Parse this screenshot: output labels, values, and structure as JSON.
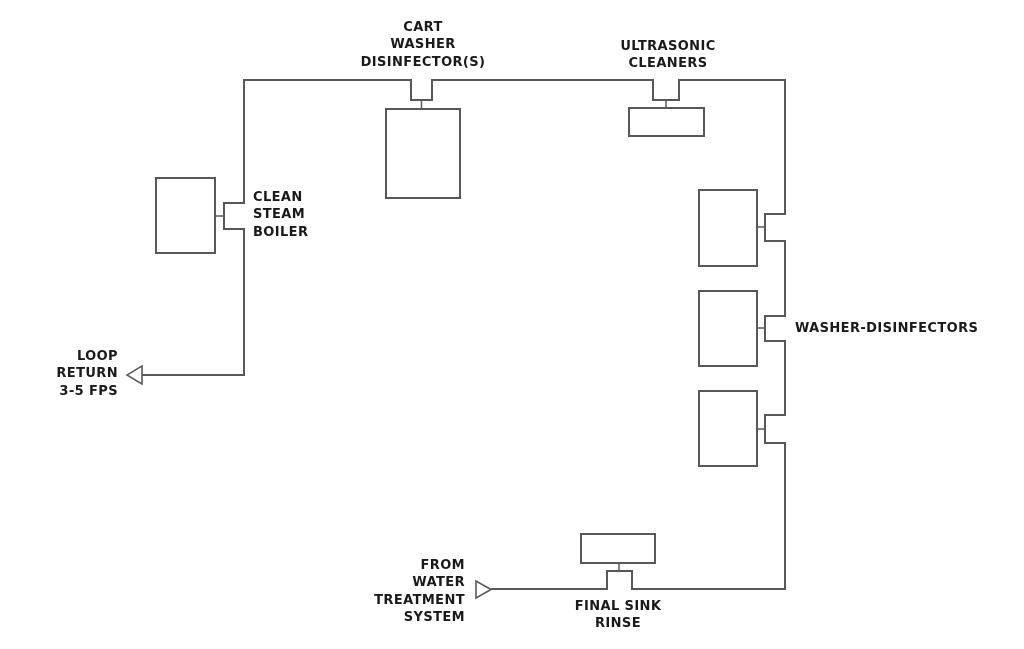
{
  "diagram": {
    "type": "piping-loop-schematic",
    "colors": {
      "line": "#58585a",
      "text": "#1a1a1a",
      "background": "#ffffff",
      "box_fill": "#ffffff"
    },
    "labels": {
      "cart_washer": "CART\nWASHER\nDISINFECTOR(S)",
      "ultrasonic": "ULTRASONIC\nCLEANERS",
      "clean_steam_boiler": "CLEAN\nSTEAM\nBOILER",
      "loop_return": "LOOP\nRETURN\n3-5 FPS",
      "washer_disinfectors": "WASHER-DISINFECTORS",
      "final_sink_rinse": "FINAL SINK\nRINSE",
      "from_water_treatment": "FROM\nWATER\nTREATMENT\nSYSTEM"
    },
    "equipment_count": {
      "cart_washer_disinfectors": 1,
      "ultrasonic_cleaners": 1,
      "clean_steam_boilers": 1,
      "washer_disinfectors": 3,
      "final_sink_rinses": 1
    },
    "flow": {
      "inlet": "FROM WATER TREATMENT SYSTEM",
      "outlet": "LOOP RETURN 3-5 FPS"
    }
  }
}
